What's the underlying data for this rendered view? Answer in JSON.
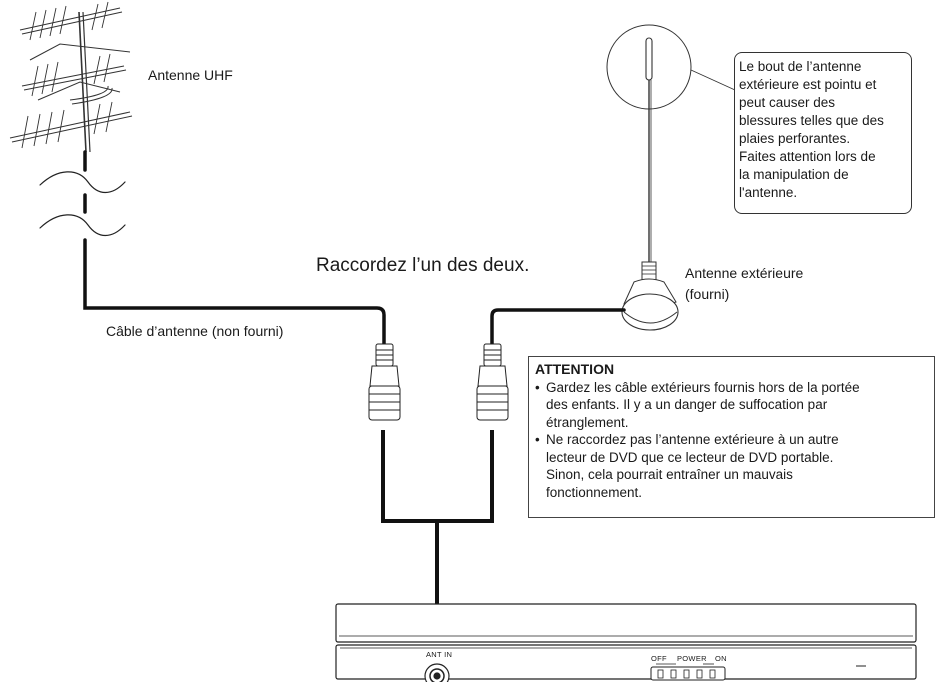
{
  "labels": {
    "uhf_antenna": "Antenne UHF",
    "cable": "Câble d’antenne (non fourni)",
    "connect_one": "Raccordez l’un des deux.",
    "outdoor_antenna_line1": "Antenne extérieure",
    "outdoor_antenna_line2": "(fourni)",
    "ant_in": "ANT IN",
    "off": "OFF",
    "power": "POWER",
    "on": "ON"
  },
  "note": {
    "lines": [
      "Le bout de l’antenne",
      "extérieure est pointu et",
      "peut causer des",
      "blessures telles que des",
      "plaies perforantes.",
      "Faites attention lors de",
      "la manipulation de",
      "l'antenne."
    ]
  },
  "attention": {
    "title": "ATTENTION",
    "items": [
      {
        "lines": [
          "Gardez les câble extérieurs fournis hors de la portée",
          "des enfants. Il y a un danger de suffocation par",
          "étranglement."
        ]
      },
      {
        "lines": [
          "Ne raccordez pas l’antenne extérieure à un autre",
          "lecteur de DVD que ce lecteur de DVD portable.",
          "Sinon, cela pourrait entraîner un mauvais",
          "fonctionnement."
        ]
      }
    ]
  },
  "icons": [
    "uhf-antenna-icon",
    "outdoor-antenna-icon",
    "connector-plug-icon",
    "dvd-player-icon"
  ]
}
